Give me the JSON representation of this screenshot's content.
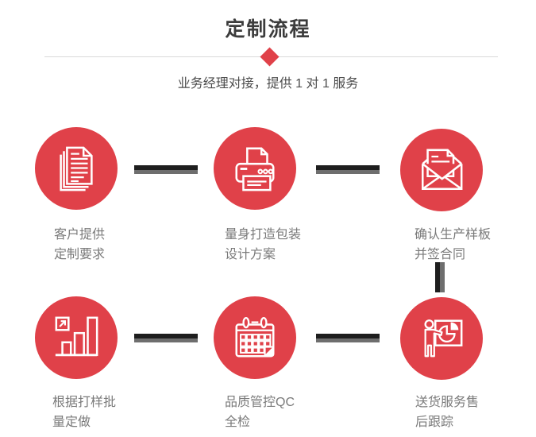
{
  "header": {
    "title": "定制流程",
    "subtitle": "业务经理对接，提供 1 对 1 服务"
  },
  "theme": {
    "accent_red": "#e04149",
    "connector_dark": "#1e1e1e",
    "connector_gray": "#6e6e6e",
    "divider_gray": "#dadada",
    "title_color": "#3c3c3c",
    "subtitle_color": "#4c4c4c",
    "label_color": "#7a7a7a"
  },
  "steps": [
    {
      "icon": "documents-icon",
      "label": "客户提供\n定制要求"
    },
    {
      "icon": "printer-icon",
      "label": "量身打造包装\n设计方案"
    },
    {
      "icon": "envelope-icon",
      "label": "确认生产样板\n并签合同"
    },
    {
      "icon": "bar-chart-icon",
      "label": "根据打样批\n量定做"
    },
    {
      "icon": "calendar-icon",
      "label": "品质管控QC\n全检"
    },
    {
      "icon": "presentation-icon",
      "label": "送货服务售\n后跟踪"
    }
  ]
}
